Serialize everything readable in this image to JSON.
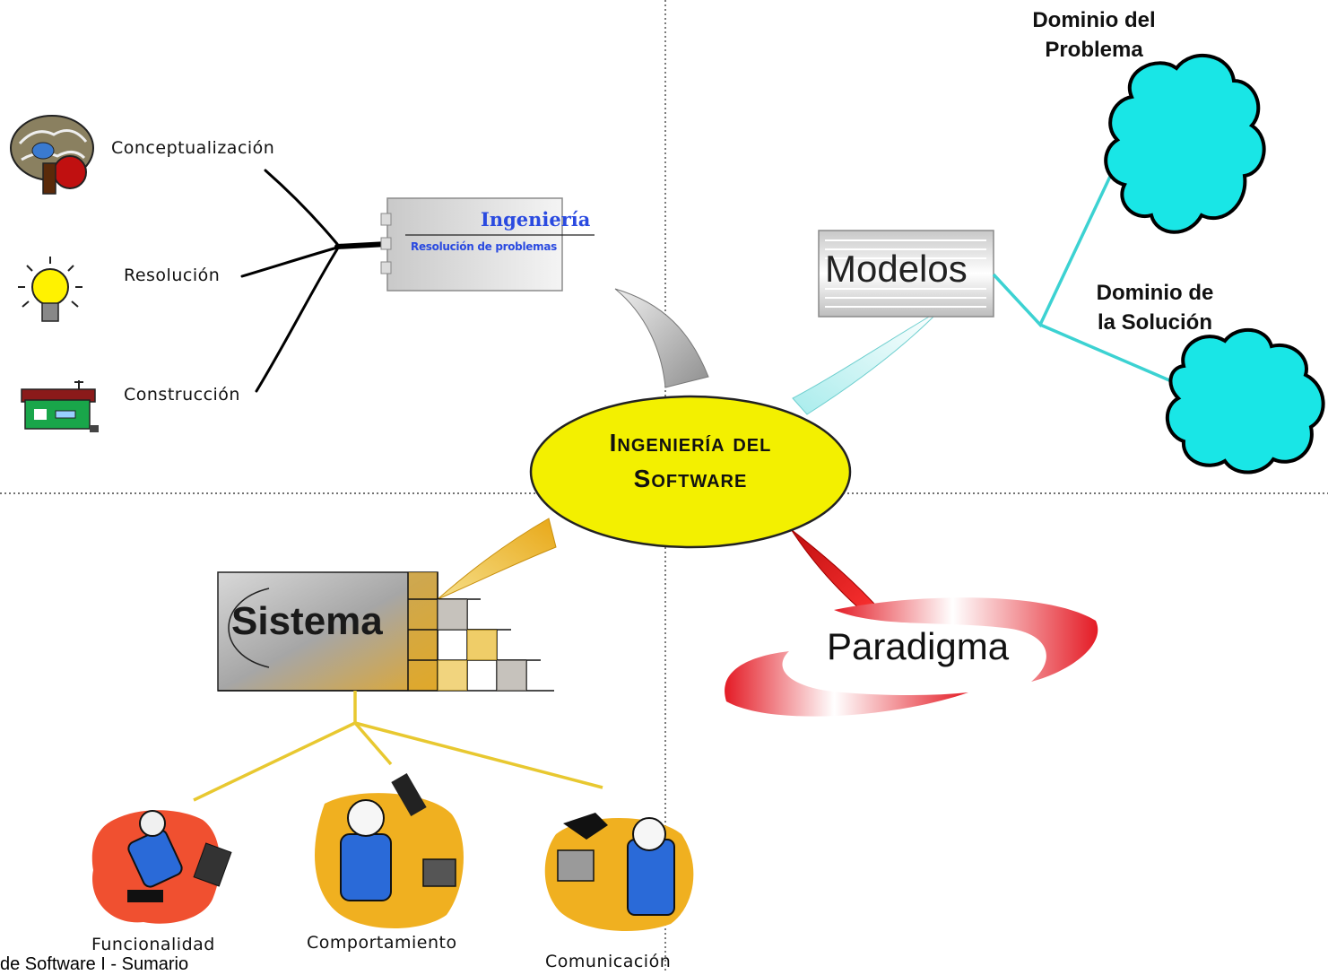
{
  "center": {
    "line1": "Ingeniería del",
    "line2": "Software"
  },
  "ingenieria_box": {
    "title": "Ingeniería",
    "subtitle": "Resolución de problemas"
  },
  "left_branch": [
    {
      "label": "Conceptualización",
      "icon": "brain-icon"
    },
    {
      "label": "Resolución",
      "icon": "lightbulb-icon"
    },
    {
      "label": "Construcción",
      "icon": "house-icon"
    }
  ],
  "modelos": {
    "label": "Modelos"
  },
  "dominio_problema": {
    "line1": "Dominio del",
    "line2": "Problema"
  },
  "dominio_solucion": {
    "line1": "Dominio de",
    "line2": "la Solución"
  },
  "sistema": {
    "label": "Sistema"
  },
  "paradigma": {
    "label": "Paradigma"
  },
  "sistema_children": [
    {
      "label": "Funcionalidad",
      "icon": "person-falling-icon"
    },
    {
      "label": "Comportamiento",
      "icon": "angry-person-icon"
    },
    {
      "label": "Comunicación",
      "icon": "person-computer-icon"
    }
  ],
  "footer": {
    "text": "de Software I - Sumario"
  },
  "colors": {
    "center_fill": "#f3f000",
    "cloud": "#19e6e6",
    "connector_cyan": "#3cd2d2",
    "sistema_lines": "#e8c830",
    "paradigma_red": "#e0202a",
    "sistema_gold": "#e8b828"
  }
}
